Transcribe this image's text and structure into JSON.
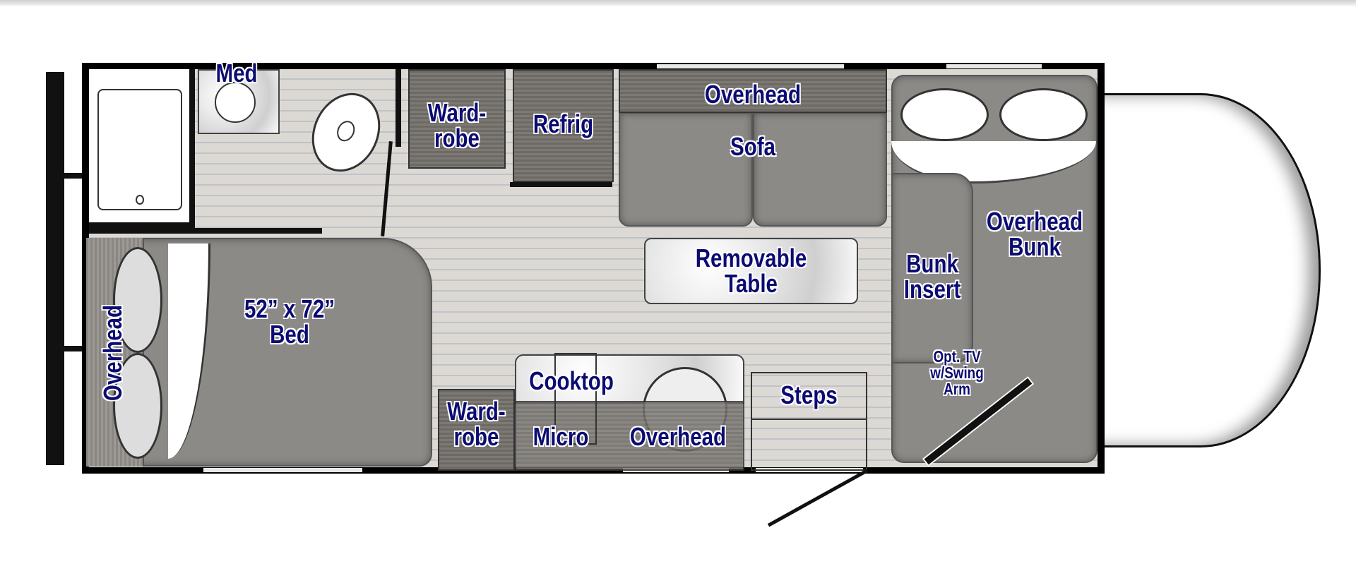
{
  "floorplan": {
    "labels": {
      "med": "Med",
      "wardrobe_top": "Ward-\nrobe",
      "refrig": "Refrig",
      "overhead_sofa": "Overhead",
      "sofa": "Sofa",
      "table": "Removable\nTable",
      "bunk_insert": "Bunk\nInsert",
      "overhead_bunk": "Overhead\nBunk",
      "tv": "Opt. TV\nw/Swing\nArm",
      "bed": "52” x 72”\nBed",
      "overhead_rear": "Overhead",
      "cooktop": "Cooktop",
      "wardrobe_bottom": "Ward-\nrobe",
      "micro": "Micro",
      "overhead_kitchen": "Overhead",
      "steps": "Steps"
    },
    "colors": {
      "label_text": "#0b0b72",
      "furniture": "#8c8a86",
      "wall": "#000000",
      "floor": "#dcd9d5"
    }
  }
}
